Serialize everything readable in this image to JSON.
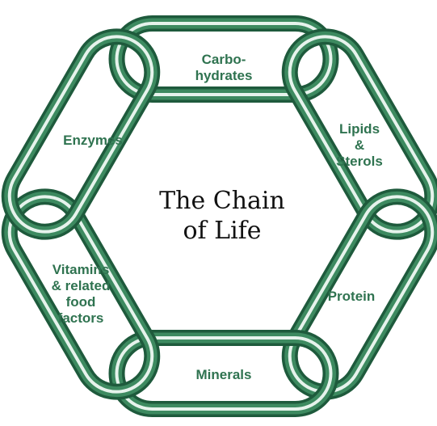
{
  "title_line1": "The Chain",
  "title_line2": "of Life",
  "links": [
    {
      "id": "carbohydrates",
      "label": "Carbo-\nhydrates"
    },
    {
      "id": "lipids",
      "label": "Lipids\n&\nSterols"
    },
    {
      "id": "protein",
      "label": "Protein"
    },
    {
      "id": "minerals",
      "label": "Minerals"
    },
    {
      "id": "vitamins",
      "label": "Vitamins\n& related\nfood\nfactors"
    },
    {
      "id": "enzymes",
      "label": "Enzymes"
    }
  ],
  "colors": {
    "link_dark": "#1e5a3c",
    "link_mid": "#3d8a60",
    "link_light": "#e6f3ec",
    "label_text": "#2f7350",
    "title_text": "#111111"
  }
}
